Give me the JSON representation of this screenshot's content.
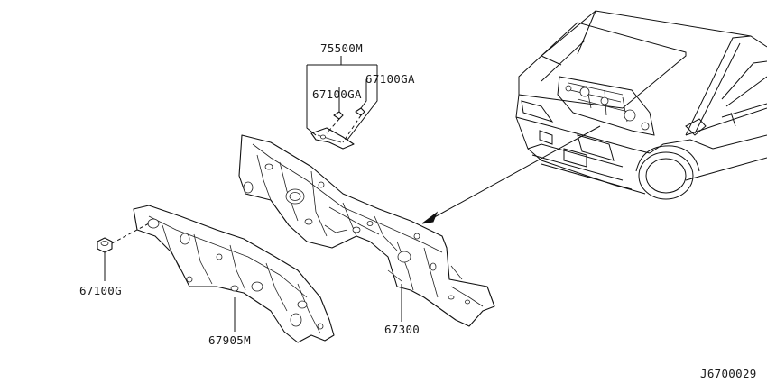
{
  "labels": {
    "p75500m": "75500M",
    "p67100ga_right": "67100GA",
    "p67100ga_left": "67100GA",
    "p67100g": "67100G",
    "p67905m": "67905M",
    "p67300": "67300",
    "diagram_code": "J6700029"
  },
  "colors": {
    "line": "#111111",
    "background": "#ffffff"
  }
}
